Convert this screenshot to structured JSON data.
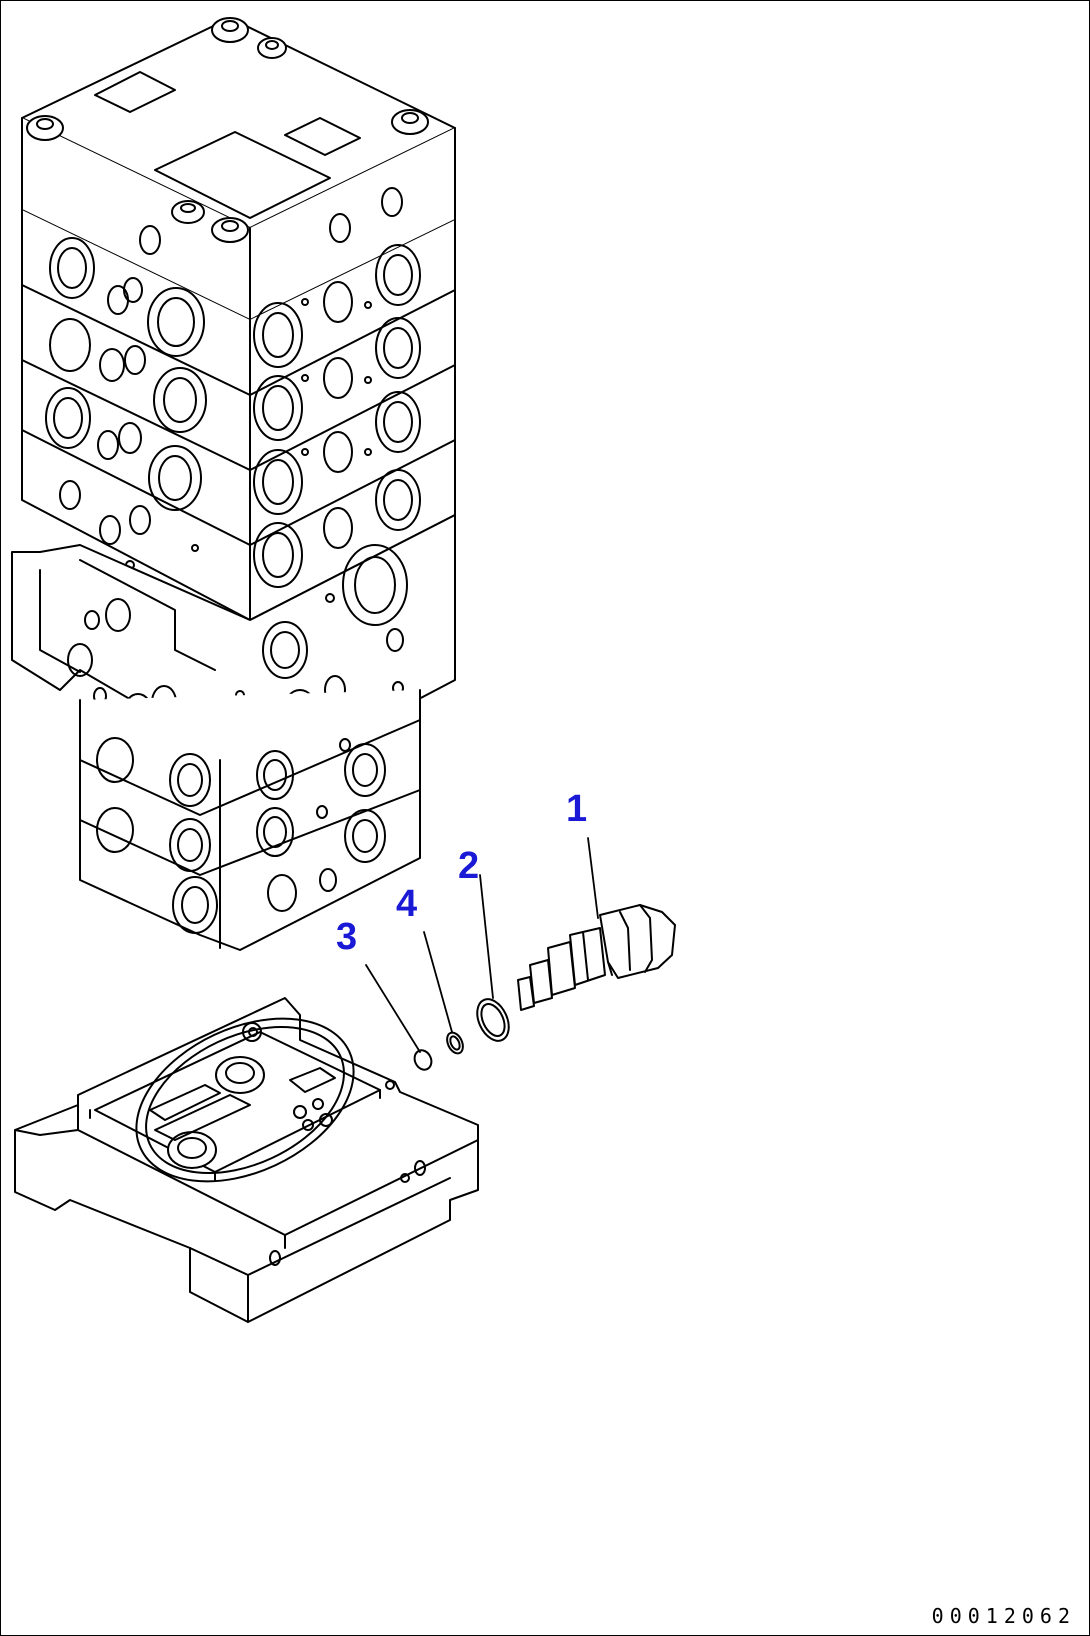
{
  "diagram": {
    "callouts": [
      {
        "id": "1",
        "label": "1",
        "part": "relief-valve"
      },
      {
        "id": "2",
        "label": "2",
        "part": "o-ring-large"
      },
      {
        "id": "4",
        "label": "4",
        "part": "o-ring-small"
      },
      {
        "id": "3",
        "label": "3",
        "part": "plug"
      }
    ],
    "drawing_number": "00012062",
    "colors": {
      "callout": "#1a1ad6",
      "line": "#000000",
      "background": "#ffffff"
    }
  }
}
